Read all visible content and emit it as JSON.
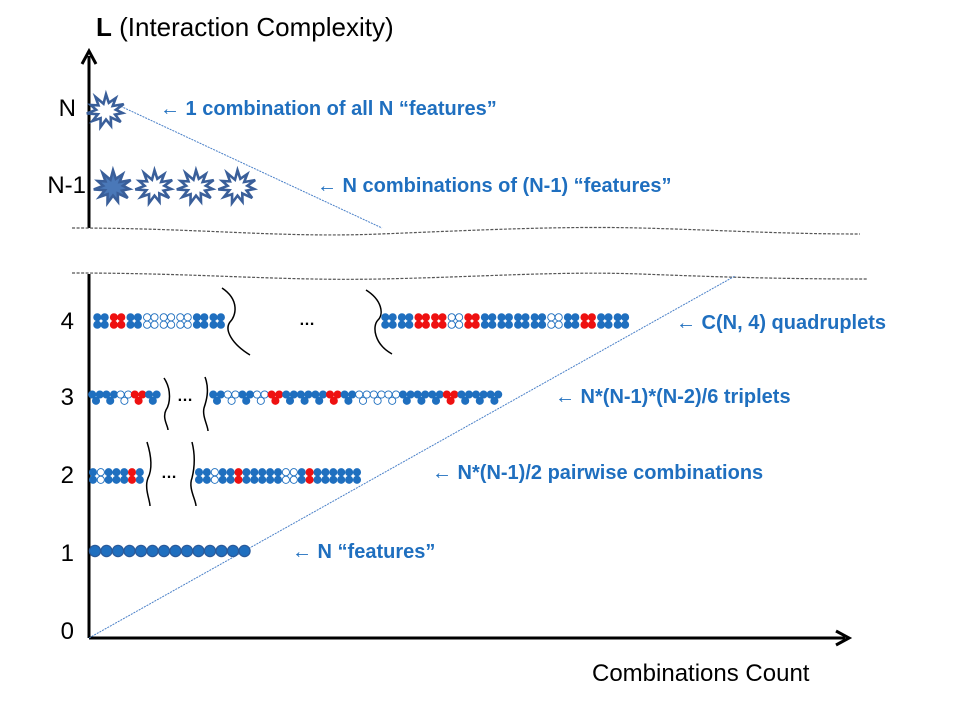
{
  "diagram": {
    "y_axis_title_bold": "L",
    "y_axis_title_rest": " (Interaction Complexity)",
    "x_axis_title": "Combinations Count",
    "colors": {
      "annotation": "#1f6fbf",
      "feature_blue": "#1f6fbf",
      "feature_red": "#ee1111",
      "star_stroke": "#3a5f9a",
      "star_fill": "#4a78b8",
      "trend_line": "#4a80c8",
      "axis": "#000000"
    },
    "levels": [
      {
        "tick": "N",
        "annotation": "← 1 combination of all N “features”",
        "shape": "star",
        "count_shown": 1
      },
      {
        "tick": "N-1",
        "annotation": "← N combinations of (N-1) “features”",
        "shape": "star",
        "count_shown": 4
      },
      {
        "tick": "4",
        "annotation": "← C(N, 4) quadruplets",
        "shape": "quadruplet"
      },
      {
        "tick": "3",
        "annotation": "← N*(N-1)*(N-2)/6 triplets",
        "shape": "triplet"
      },
      {
        "tick": "2",
        "annotation": "← N*(N-1)/2 pairwise combinations",
        "shape": "pair"
      },
      {
        "tick": "1",
        "annotation": "← N “features”",
        "shape": "single",
        "count_shown": 14
      },
      {
        "tick": "0"
      }
    ],
    "ellipsis": "…",
    "rows": {
      "quadruplet_left": [
        "b",
        "r",
        "b",
        "o",
        "o",
        "o",
        "b",
        "b"
      ],
      "quadruplet_right": [
        "b",
        "b",
        "r",
        "r",
        "o",
        "r",
        "b",
        "b",
        "b",
        "b",
        "o",
        "b",
        "r",
        "b",
        "b"
      ],
      "triplet_left": [
        "b",
        "b",
        "o",
        "r",
        "b"
      ],
      "triplet_right": [
        "b",
        "o",
        "b",
        "o",
        "r",
        "b",
        "b",
        "b",
        "r",
        "b",
        "o",
        "o",
        "o",
        "b",
        "b",
        "b",
        "r",
        "b",
        "b",
        "b"
      ],
      "pair_left": [
        "b",
        "o",
        "b",
        "b",
        "b",
        "r",
        "b"
      ],
      "pair_right": [
        "b",
        "b",
        "o",
        "b",
        "b",
        "r",
        "b",
        "b",
        "b",
        "b",
        "b",
        "o",
        "o",
        "b",
        "r",
        "b",
        "b",
        "b",
        "b",
        "b",
        "b"
      ],
      "star_fill_pattern": [
        true,
        false,
        false,
        false
      ],
      "top_star_filled": false
    }
  }
}
